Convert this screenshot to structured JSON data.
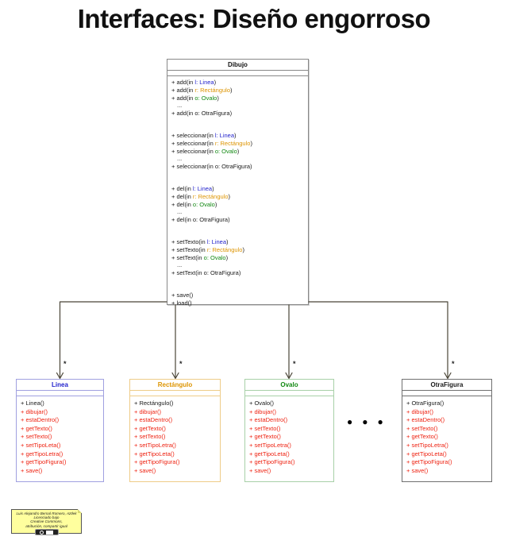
{
  "title": "Interfaces: Diseño engorroso",
  "colors": {
    "black": "#1a1a1a",
    "blue": "#2222cc",
    "orange": "#dd9400",
    "green": "#118811",
    "red": "#ee2211"
  },
  "main_class": {
    "name": "Dibujo",
    "method_groups": [
      {
        "lines": [
          {
            "segments": [
              [
                "+ add(in ",
                "black"
              ],
              [
                "l: Linea",
                "blue"
              ],
              [
                ")",
                "black"
              ]
            ]
          },
          {
            "segments": [
              [
                "+ add(in ",
                "black"
              ],
              [
                "r: Rectángulo",
                "orange"
              ],
              [
                ")",
                "black"
              ]
            ]
          },
          {
            "segments": [
              [
                "+ add(in ",
                "black"
              ],
              [
                "o: Ovalo",
                "green"
              ],
              [
                ")",
                "black"
              ]
            ]
          },
          {
            "indent": true,
            "segments": [
              [
                "...",
                "black"
              ]
            ]
          },
          {
            "segments": [
              [
                "+ add(in o: OtraFigura)",
                "black"
              ]
            ]
          }
        ]
      },
      {
        "lines": [
          {
            "segments": [
              [
                "+ seleccionar(in ",
                "black"
              ],
              [
                "l: Linea",
                "blue"
              ],
              [
                ")",
                "black"
              ]
            ]
          },
          {
            "segments": [
              [
                "+ seleccionar(in ",
                "black"
              ],
              [
                "r: Rectángulo",
                "orange"
              ],
              [
                ")",
                "black"
              ]
            ]
          },
          {
            "segments": [
              [
                "+ seleccionar(in ",
                "black"
              ],
              [
                "o: Ovalo",
                "green"
              ],
              [
                ")",
                "black"
              ]
            ]
          },
          {
            "indent": true,
            "segments": [
              [
                "...",
                "black"
              ]
            ]
          },
          {
            "segments": [
              [
                "+ seleccionar(in o: OtraFigura)",
                "black"
              ]
            ]
          }
        ]
      },
      {
        "lines": [
          {
            "segments": [
              [
                "+ del(in ",
                "black"
              ],
              [
                "l: Linea",
                "blue"
              ],
              [
                ")",
                "black"
              ]
            ]
          },
          {
            "segments": [
              [
                "+ del(in ",
                "black"
              ],
              [
                "r: Rectángulo",
                "orange"
              ],
              [
                ")",
                "black"
              ]
            ]
          },
          {
            "segments": [
              [
                "+ del(in ",
                "black"
              ],
              [
                "o: Ovalo",
                "green"
              ],
              [
                ")",
                "black"
              ]
            ]
          },
          {
            "indent": true,
            "segments": [
              [
                "...",
                "black"
              ]
            ]
          },
          {
            "segments": [
              [
                "+ del(in o: OtraFigura)",
                "black"
              ]
            ]
          }
        ]
      },
      {
        "lines": [
          {
            "segments": [
              [
                "+ setTexto(in ",
                "black"
              ],
              [
                "l: Linea",
                "blue"
              ],
              [
                ")",
                "black"
              ]
            ]
          },
          {
            "segments": [
              [
                "+ setTexto(in ",
                "black"
              ],
              [
                "r: Rectángulo",
                "orange"
              ],
              [
                ")",
                "black"
              ]
            ]
          },
          {
            "segments": [
              [
                "+ setText(in ",
                "black"
              ],
              [
                "o: Ovalo",
                "green"
              ],
              [
                ")",
                "black"
              ]
            ]
          },
          {
            "indent": true,
            "segments": [
              [
                "...",
                "black"
              ]
            ]
          },
          {
            "segments": [
              [
                "+ setText(in o: OtraFigura)",
                "black"
              ]
            ]
          }
        ]
      },
      {
        "lines": [
          {
            "segments": [
              [
                "+ save()",
                "black"
              ]
            ]
          },
          {
            "segments": [
              [
                "+ load()",
                "black"
              ]
            ]
          }
        ]
      }
    ]
  },
  "connectors": [
    {
      "target": "Linea",
      "multiplicity": "*"
    },
    {
      "target": "Rectángulo",
      "multiplicity": "*"
    },
    {
      "target": "Ovalo",
      "multiplicity": "*"
    },
    {
      "target": "OtraFigura",
      "multiplicity": "*"
    }
  ],
  "classes": [
    {
      "name": "Linea",
      "name_color": "#2222cc",
      "border_color": "#a0a0e0",
      "methods": [
        {
          "text": "+ Linea()",
          "color": "black"
        },
        {
          "text": "+ dibujar()",
          "color": "red"
        },
        {
          "text": "+ estaDentro()",
          "color": "red"
        },
        {
          "text": "+ getTexto()",
          "color": "red"
        },
        {
          "text": "+ setTexto()",
          "color": "red"
        },
        {
          "text": "+ setTipoLeta()",
          "color": "red"
        },
        {
          "text": "+ getTipoLetra()",
          "color": "red"
        },
        {
          "text": "+ getTipoFigura()",
          "color": "red"
        },
        {
          "text": "+ save()",
          "color": "red"
        }
      ]
    },
    {
      "name": "Rectángulo",
      "name_color": "#dd9400",
      "border_color": "#eecc88",
      "methods": [
        {
          "text": "+ Rectángulo()",
          "color": "black"
        },
        {
          "text": "+ dibujar()",
          "color": "red"
        },
        {
          "text": "+ estaDentro()",
          "color": "red"
        },
        {
          "text": "+ getTexto()",
          "color": "red"
        },
        {
          "text": "+ setTexto()",
          "color": "red"
        },
        {
          "text": "+ setTipoLetra()",
          "color": "red"
        },
        {
          "text": "+ getTipoLeta()",
          "color": "red"
        },
        {
          "text": "+ getTipoFigura()",
          "color": "red"
        },
        {
          "text": "+ save()",
          "color": "red"
        }
      ]
    },
    {
      "name": "Ovalo",
      "name_color": "#118811",
      "border_color": "#a8d0a8",
      "methods": [
        {
          "text": "+ Ovalo()",
          "color": "black"
        },
        {
          "text": "+ dibujar()",
          "color": "red"
        },
        {
          "text": "+ estaDentro()",
          "color": "red"
        },
        {
          "text": "+ setTexto()",
          "color": "red"
        },
        {
          "text": "+ getTexto()",
          "color": "red"
        },
        {
          "text": "+ setTipoLetra()",
          "color": "red"
        },
        {
          "text": "+ getTipoLeta()",
          "color": "red"
        },
        {
          "text": "+ getTipoFigura()",
          "color": "red"
        },
        {
          "text": "+ save()",
          "color": "red"
        }
      ]
    },
    {
      "name": "OtraFigura",
      "name_color": "#1a1a1a",
      "border_color": "#707070",
      "methods": [
        {
          "text": "+ OtraFigura()",
          "color": "black"
        },
        {
          "text": "+ dibujar()",
          "color": "red"
        },
        {
          "text": "+ estaDentro()",
          "color": "red"
        },
        {
          "text": "+ setTexto()",
          "color": "red"
        },
        {
          "text": "+ getTexto()",
          "color": "red"
        },
        {
          "text": "+ setTipoLetra()",
          "color": "red"
        },
        {
          "text": "+ getTipoLeta()",
          "color": "red"
        },
        {
          "text": "+ getTipoFigura()",
          "color": "red"
        },
        {
          "text": "+ save()",
          "color": "red"
        }
      ]
    }
  ],
  "ellipsis": "●●●",
  "note": {
    "lines": [
      "Luis Alejandro Bernal Romero, Aztlek",
      "Licenciado bajo",
      "Creative Commons,",
      "atribución, compartir igual"
    ],
    "badge_icon": "cc-by-sa-badge"
  }
}
